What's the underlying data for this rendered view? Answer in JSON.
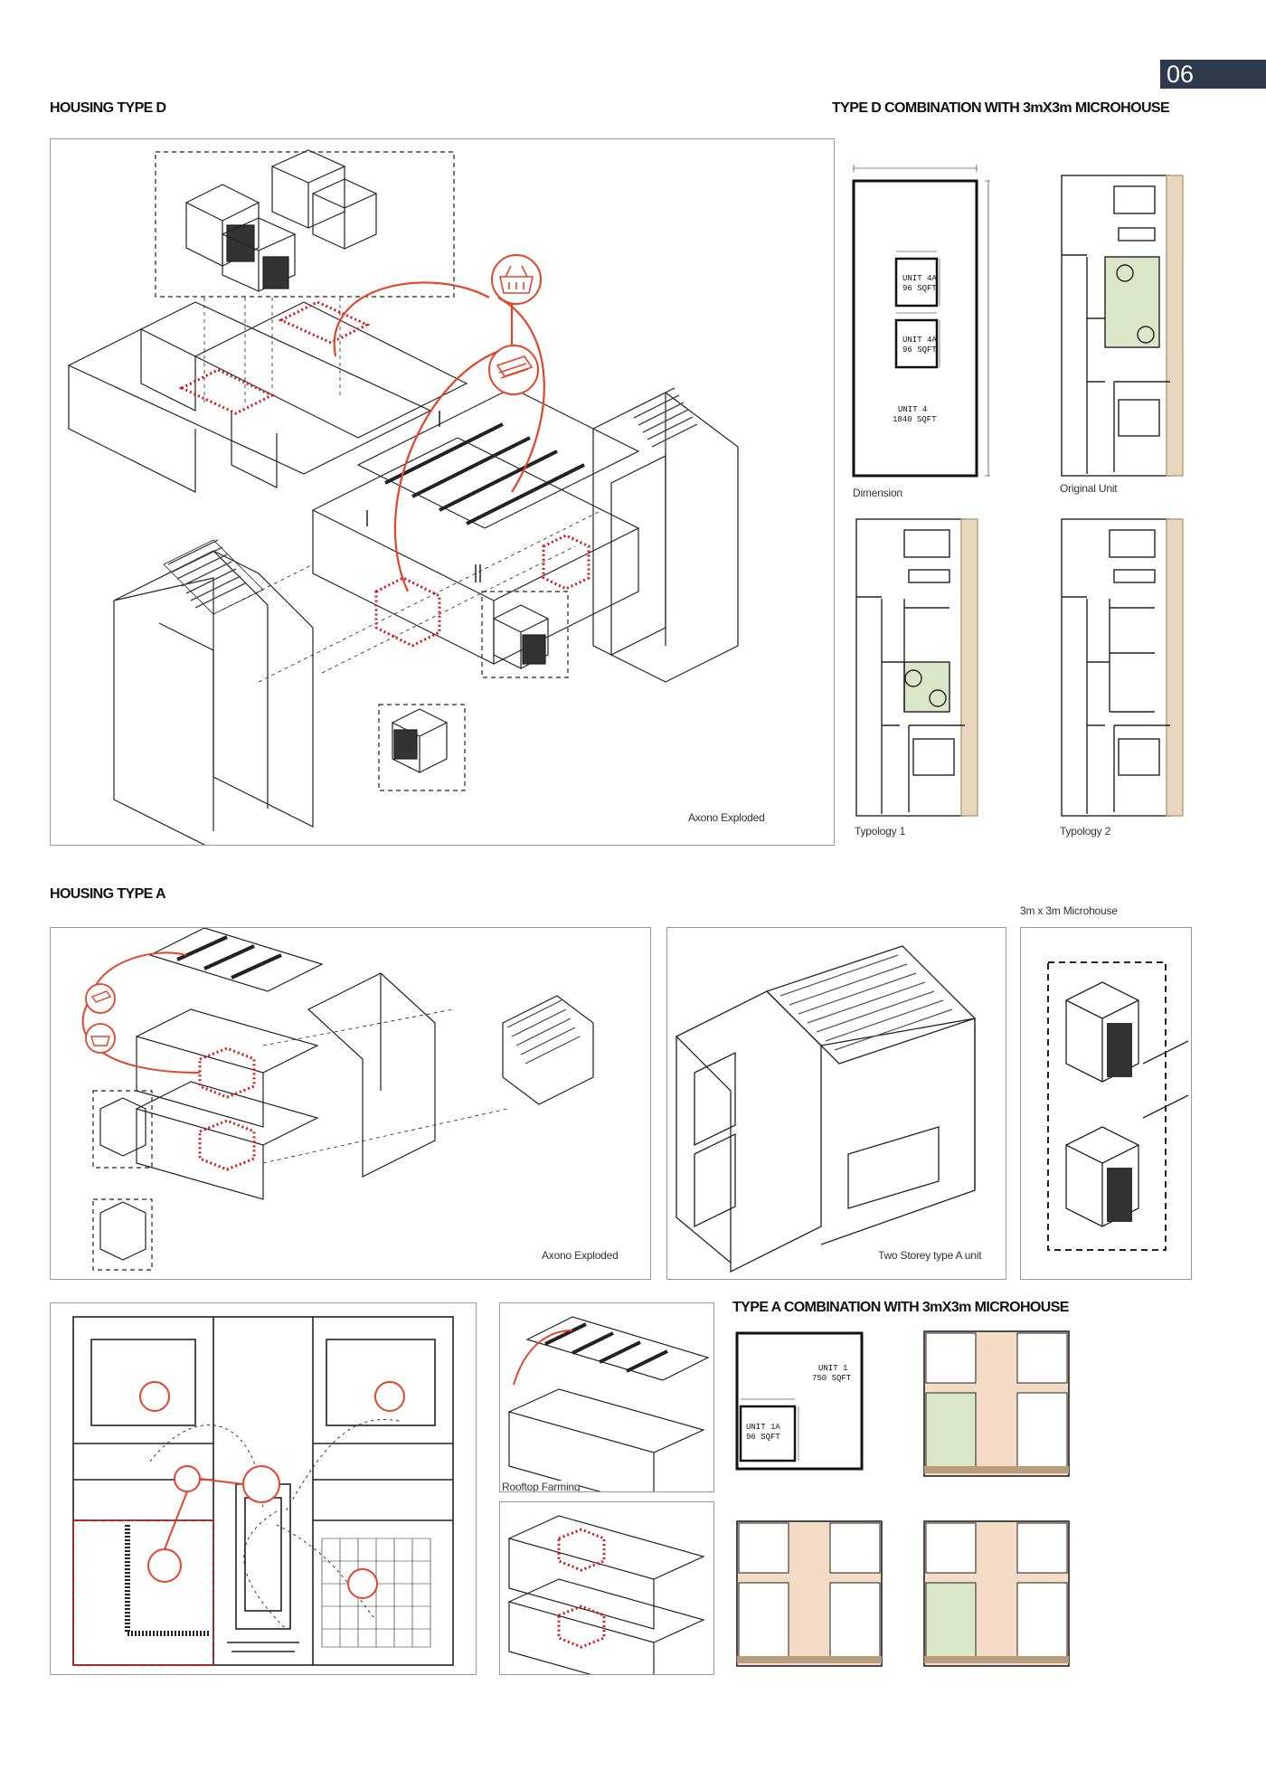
{
  "page_number": "06",
  "housing_d": {
    "title": "HOUSING TYPE D",
    "axono_caption": "Axono Exploded"
  },
  "combo_d": {
    "title": "TYPE D COMBINATION WITH 3mX3m MICROHOUSE",
    "dimension_caption": "Dimension",
    "original_caption": "Original Unit",
    "typology1_caption": "Typology 1",
    "typology2_caption": "Typology 2",
    "unit4a_a": [
      "UNIT 4A",
      "96 SQFT"
    ],
    "unit4a_b": [
      "UNIT 4A",
      "96 SQFT"
    ],
    "unit4": [
      "UNIT 4",
      "1840 SQFT"
    ]
  },
  "housing_a": {
    "title": "HOUSING TYPE A",
    "axono_caption": "Axono Exploded",
    "two_storey_caption": "Two Storey type A unit",
    "microhouse_caption": "3m x 3m Microhouse",
    "rooftop_caption": "Rooftop Farming"
  },
  "combo_a": {
    "title": "TYPE A COMBINATION WITH 3mX3m MICROHOUSE",
    "unit1": [
      "UNIT 1",
      "750 SQFT"
    ],
    "unit1a": [
      "UNIT 1A",
      "96 SQFT"
    ]
  },
  "colors": {
    "accent_red": "#e2452b",
    "dashed_red": "#d0151b",
    "green_fill": "#dbe7c9",
    "floor_fill": "#f2dcc6",
    "page_tab": "#2e3a4b"
  },
  "icons": [
    "basket-icon",
    "money-icon",
    "people-meeting-icon",
    "lightbulb-icon"
  ]
}
